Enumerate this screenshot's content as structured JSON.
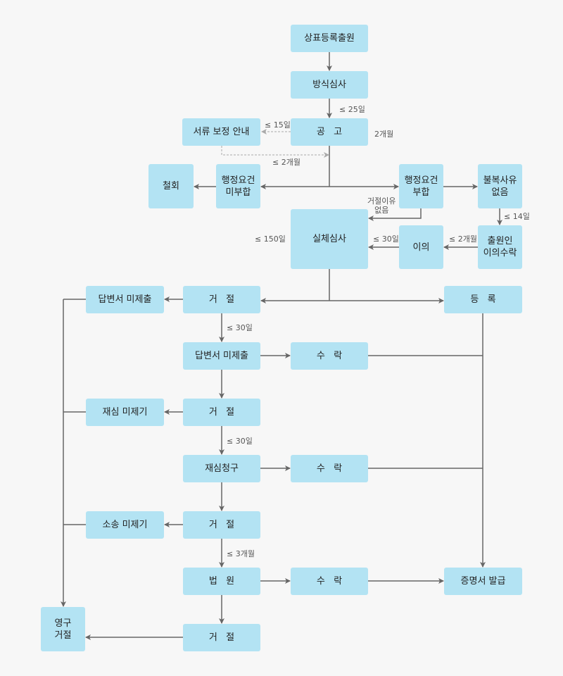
{
  "nodes": {
    "application": "상표등록출원",
    "formality_exam": "방식심사",
    "publication": "공   고",
    "document_correction": "서류 보정 안내",
    "withdrawal": "철회",
    "admin_not_met": "행정요건\n미부합",
    "admin_met": "행정요건\n부합",
    "no_appeal_reason": "불복사유\n없음",
    "substantive_exam": "실체심사",
    "opposition": "이의",
    "applicant_accepts_opposition": "출원인\n이의수락",
    "no_response_left": "답변서 미제출",
    "rejection_1": "거   절",
    "registration": "등   록",
    "no_response": "답변서 미제출",
    "accept_1": "수   락",
    "no_reexam_filed": "재심 미제기",
    "rejection_2": "거   절",
    "reexam_request": "재심청구",
    "accept_2": "수   락",
    "no_lawsuit_filed": "소송 미제기",
    "rejection_3": "거   절",
    "court": "법   원",
    "accept_3": "수   락",
    "certificate_issue": "증명서 발급",
    "permanent_rejection": "영구\n거절",
    "rejection_4": "거   절"
  },
  "labels": {
    "le_25_days": "≤ 25일",
    "le_15_days": "≤ 15일",
    "two_months": "2개월",
    "le_2_months_a": "≤ 2개월",
    "no_rejection_reason": "거절이유\n없음",
    "le_150_days": "≤ 150일",
    "le_30_days_a": "≤ 30일",
    "le_2_months_b": "≤ 2개월",
    "le_14_days": "≤ 14일",
    "le_30_days_b": "≤ 30일",
    "le_30_days_c": "≤ 30일",
    "le_3_months": "≤ 3개월"
  },
  "colors": {
    "box": "#b3e3f3",
    "line": "#666666",
    "dashed": "#aaaaaa",
    "background": "#f7f7f7"
  }
}
